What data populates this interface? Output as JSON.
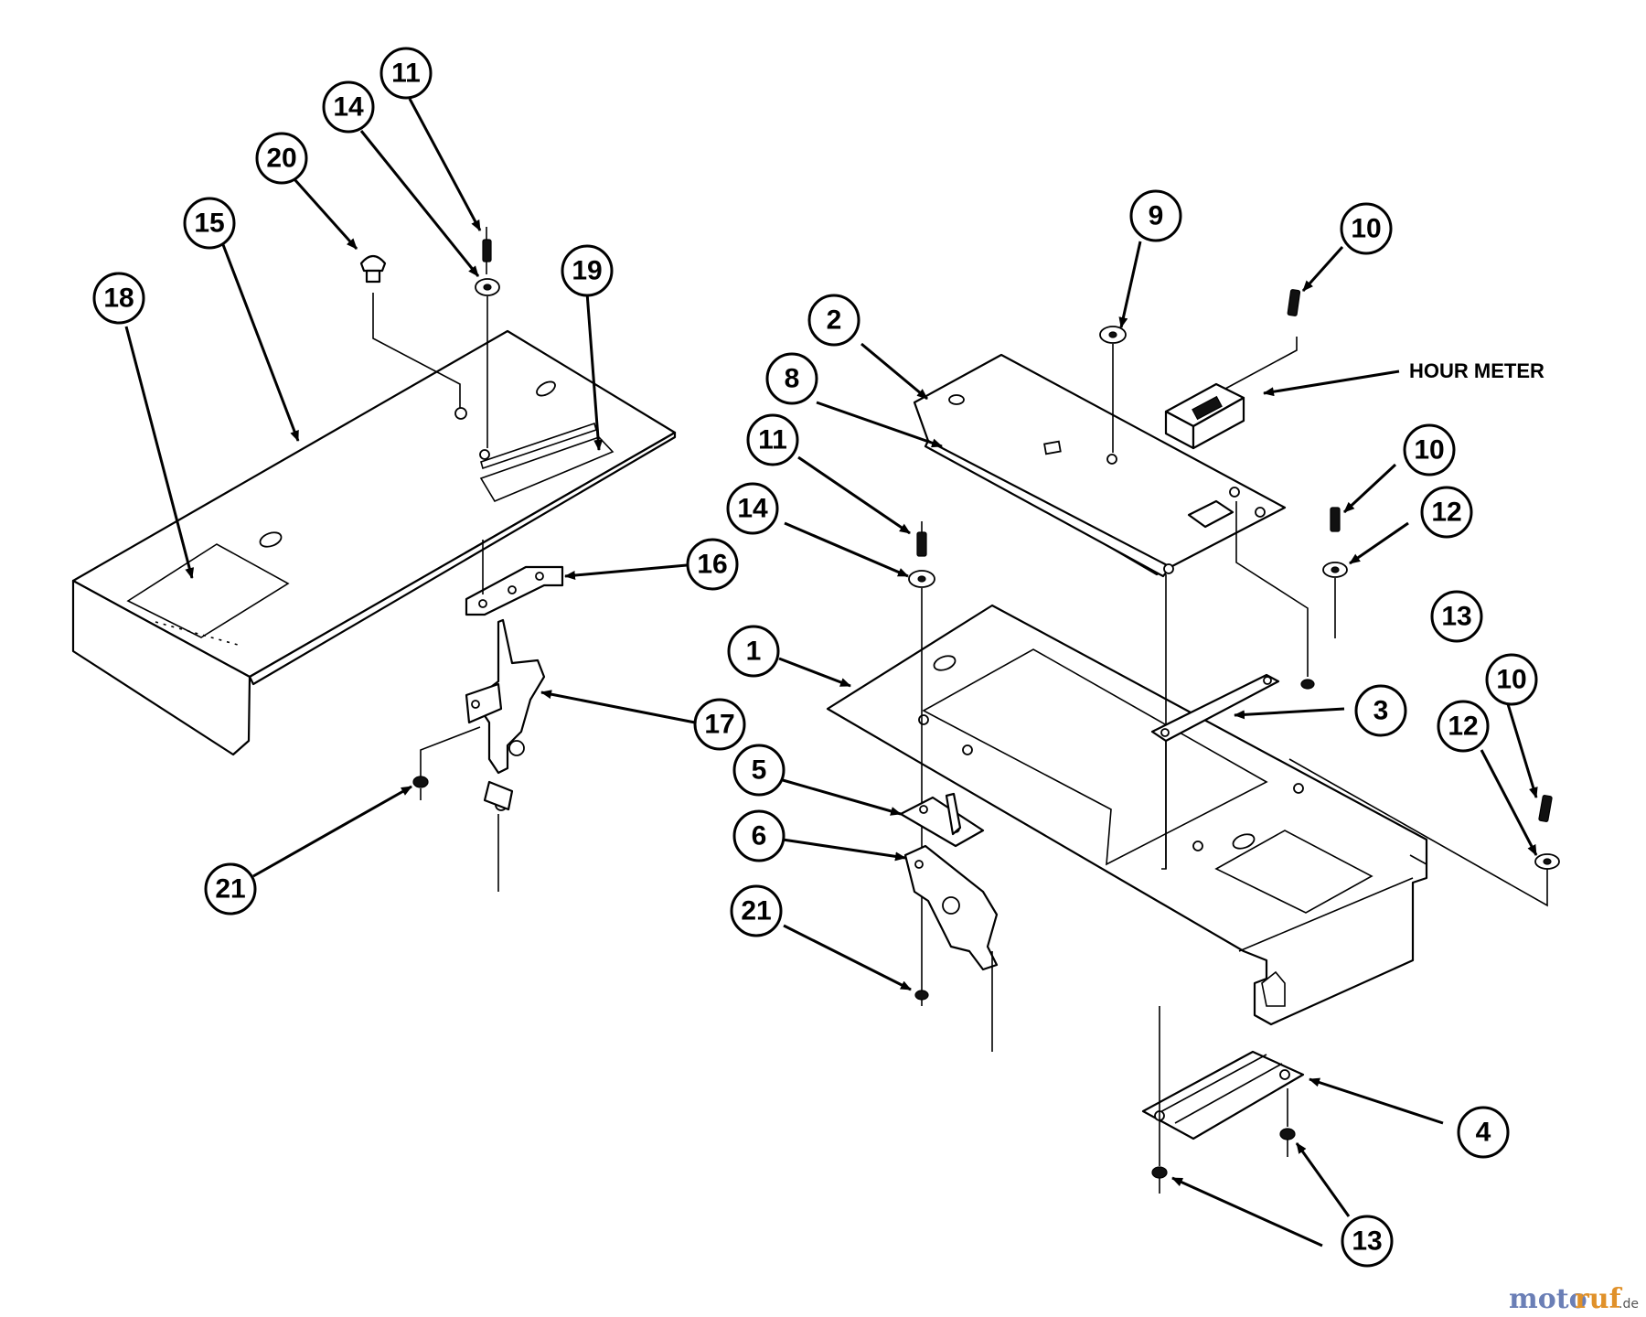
{
  "diagram": {
    "callouts": [
      "1",
      "2",
      "3",
      "4",
      "5",
      "6",
      "8",
      "9",
      "10",
      "10",
      "10",
      "11",
      "11",
      "12",
      "12",
      "13",
      "13",
      "14",
      "14",
      "15",
      "16",
      "17",
      "18",
      "19",
      "20",
      "21",
      "21"
    ],
    "labels": {
      "hour_meter": "HOUR METER"
    }
  },
  "watermark": {
    "part1": "moto",
    "part2": "ruf",
    "suffix": ".de"
  }
}
